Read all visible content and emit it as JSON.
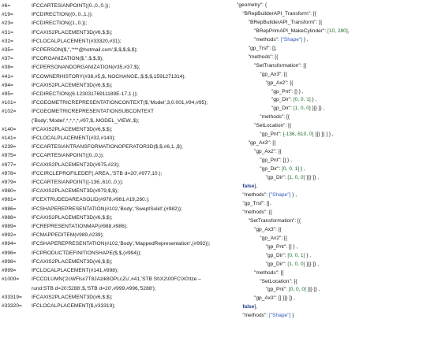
{
  "step_lines": [
    {
      "id": "#6=",
      "text": "IFCCARTESIANPOINT((0.,0.,0.));"
    },
    {
      "id": "#19=",
      "text": "IFCDIRECTION((0.,0.,1.));"
    },
    {
      "id": "#23=",
      "text": "IFCDIRECTION((1.,0.));"
    },
    {
      "id": "#31=",
      "text": "IFCAXIS2PLACEMENT3D(#6,$,$);"
    },
    {
      "id": "#32=",
      "text": "IFCLOCALPLACEMENT(#33320,#31);"
    },
    {
      "id": "#35=",
      "text": "IFCPERSON($,'','***@hotmail.com',$,$,$,$,$);"
    },
    {
      "id": "#37=",
      "text": "IFCORGANIZATION($,'',$,$,$);"
    },
    {
      "id": "#38=",
      "text": "IFCPERSONANDORGANIZATION(#35,#37,$);"
    },
    {
      "id": "#41=",
      "text": "IFCOWNERHISTORY(#38,#5,$,.NOCHANGE.,$,$,$,1591271314);"
    },
    {
      "id": "#94=",
      "text": "IFCAXIS2PLACEMENT3D(#6,$,$);"
    },
    {
      "id": "#95=",
      "text": "IFCDIRECTION((6.12303176911189E-17,1.));"
    },
    {
      "id": "#101=",
      "text": "IFCGEOMETRICREPRESENTATIONCONTEXT($,'Model',3,0.001,#94,#95);"
    },
    {
      "id": "#102=",
      "text": "IFCGEOMETRICREPRESENTATIONSUBCONTEXT"
    },
    {
      "id": "",
      "text": "('Body','Model',*,*,*,*,#97,$,.MODEL_VIEW.,$);"
    },
    {
      "id": "#140=",
      "text": "IFCAXIS2PLACEMENT3D(#6,$,$);"
    },
    {
      "id": "#141=",
      "text": "IFCLOCALPLACEMENT(#32,#140);"
    },
    {
      "id": "#239=",
      "text": "IFCCARTESIANTRANSFORMATIONOPERATOR3D($,$,#6,1.,$);"
    },
    {
      "id": "#975=",
      "text": "IFCCARTESIANPOINT((0.,0.));"
    },
    {
      "id": "#977=",
      "text": "IFCAXIS2PLACEMENT2D(#975,#23);"
    },
    {
      "id": "#978=",
      "text": "IFCCIRCLEPROFILEDEF(.AREA.,'STB d=20',#977,10.);"
    },
    {
      "id": "#979=",
      "text": "IFCCARTESIANPOINT((-136.,610.,0.));"
    },
    {
      "id": "#980=",
      "text": "IFCAXIS2PLACEMENT3D(#979,$,$);"
    },
    {
      "id": "#981=",
      "text": "IFCEXTRUDEDAREASOLID(#978,#981,#19,280.);"
    },
    {
      "id": "#986=",
      "text": "IFCSHAPEREPRESENTATION(#102,'Body','SweptSolid',(#982));"
    },
    {
      "id": "#988=",
      "text": "IFCAXIS2PLACEMENT3D(#6,$,$);"
    },
    {
      "id": "#989=",
      "text": "IFCREPRESENTATIONMAP(#988,#986);"
    },
    {
      "id": "#992=",
      "text": "IFCMAPPEDITEM(#989,#239);"
    },
    {
      "id": "#994=",
      "text": "IFCSHAPEREPRESENTATION(#102,'Body','MappedRepresentation',(#992));"
    },
    {
      "id": "#996=",
      "text": "IFCPRODUCTDEFINITIONSHAPE($,$,(#994));"
    },
    {
      "id": "#998=",
      "text": "IFCAXIS2PLACEMENT3D(#6,$,$);"
    },
    {
      "id": "#999=",
      "text": "IFCLOCALPLACEMENT(#141,#998);"
    },
    {
      "id": "#1000=",
      "text": "IFCCOLUMN('2cWFlsx7T8JAzik8OPLcZu',#41,'STB St\\X2\\00FC\\X0\\tze –"
    },
    {
      "id": "",
      "text": "rund:STB d=20:5288',$,'STB d=20',#999,#996,'5288');"
    },
    {
      "id": "#33319=",
      "text": "IFCAXIS2PLACEMENT3D(#6,$,$);"
    },
    {
      "id": "#33320=",
      "text": "IFCLOCALPLACEMENT($,#33319);"
    }
  ],
  "json_lines": [
    [
      {
        "t": "k",
        "v": "\"geometry\": {"
      }
    ],
    [
      {
        "t": "k",
        "v": "    \"BRepBuilderAPI_Transform\": [{"
      }
    ],
    [
      {
        "t": "k",
        "v": "        \"BRepBuilderAPI_Transform\": [{"
      }
    ],
    [
      {
        "t": "k",
        "v": "            \"BRepPrimAPI_MakeCylinder\": "
      },
      {
        "t": "n",
        "v": "[10, 280]"
      },
      {
        "t": "k",
        "v": ","
      }
    ],
    [
      {
        "t": "k",
        "v": "            \"methods\": "
      },
      {
        "t": "s",
        "v": "[\"Shape\"]"
      },
      {
        "t": "k",
        "v": " } ,"
      }
    ],
    [
      {
        "t": "k",
        "v": "        \"gp_Trsf\": [],"
      }
    ],
    [
      {
        "t": "k",
        "v": "        \"methods\": [{"
      }
    ],
    [
      {
        "t": "k",
        "v": "            \"SetTransformation\": [{"
      }
    ],
    [
      {
        "t": "k",
        "v": "                \"gp_Ax3\": [{"
      }
    ],
    [
      {
        "t": "k",
        "v": "                    \"gp_Ax2\": [{"
      }
    ],
    [
      {
        "t": "k",
        "v": "                        \"gp_Pnt\": [] } ,"
      }
    ],
    [
      {
        "t": "k",
        "v": "                        \"gp_Dir\": "
      },
      {
        "t": "n",
        "v": "[0, 0, 1]"
      },
      {
        "t": "k",
        "v": " } ,"
      }
    ],
    [
      {
        "t": "k",
        "v": "                        \"gp_Dir\": "
      },
      {
        "t": "n",
        "v": "[1, 0, 0]"
      },
      {
        "t": "k",
        "v": " }]} ]} ,"
      }
    ],
    [
      {
        "t": "k",
        "v": "                \"methods\": [{"
      }
    ],
    [
      {
        "t": "k",
        "v": "            \"SetLocation\": [{"
      }
    ],
    [
      {
        "t": "k",
        "v": "                \"gp_Pnt\": "
      },
      {
        "t": "n",
        "v": "[-136, 610, 0]"
      },
      {
        "t": "k",
        "v": " }]} ]} ] } ,"
      }
    ],
    [
      {
        "t": "k",
        "v": "        \"gp_Ax3\": [{"
      }
    ],
    [
      {
        "t": "k",
        "v": "            \"gp_Ax2\": [{"
      }
    ],
    [
      {
        "t": "k",
        "v": "                \"gp_Pnt\": [] } ,"
      }
    ],
    [
      {
        "t": "k",
        "v": "                \"gp_Dir\": "
      },
      {
        "t": "n",
        "v": "[0, 0, 1]"
      },
      {
        "t": "k",
        "v": " } ,"
      }
    ],
    [
      {
        "t": "k",
        "v": "                    \"gp_Dir\": "
      },
      {
        "t": "n",
        "v": "[1, 0, 0]"
      },
      {
        "t": "k",
        "v": " }]} ]} ,"
      }
    ],
    [
      {
        "t": "b",
        "v": "    false"
      },
      {
        "t": "k",
        "v": "],"
      }
    ],
    [
      {
        "t": "k",
        "v": "    \"methods\": "
      },
      {
        "t": "s",
        "v": "[\"Shape\"]"
      },
      {
        "t": "k",
        "v": " } ,"
      }
    ],
    [
      {
        "t": "k",
        "v": "    \"gp_Trsf\": [],"
      }
    ],
    [
      {
        "t": "k",
        "v": "    \"methods\": [{"
      }
    ],
    [
      {
        "t": "k",
        "v": "        \"SetTransformation\": [{"
      }
    ],
    [
      {
        "t": "k",
        "v": "            \"gp_Ax3\": [{"
      }
    ],
    [
      {
        "t": "k",
        "v": "                \"gp_Ax2\": [{"
      }
    ],
    [
      {
        "t": "k",
        "v": "                    \"gp_Pnt\": [] } ,"
      }
    ],
    [
      {
        "t": "k",
        "v": "                    \"gp_Dir\": "
      },
      {
        "t": "n",
        "v": "[0, 0, 1]"
      },
      {
        "t": "k",
        "v": " } ,"
      }
    ],
    [
      {
        "t": "k",
        "v": "                    \"gp_Dir\": "
      },
      {
        "t": "n",
        "v": "[1, 0, 0]"
      },
      {
        "t": "k",
        "v": " }]} ]} ,"
      }
    ],
    [
      {
        "t": "k",
        "v": "            \"methods\": [{"
      }
    ],
    [
      {
        "t": "k",
        "v": "                \"SetLocation\": [{"
      }
    ],
    [
      {
        "t": "k",
        "v": "                    \"gp_Pnt\": "
      },
      {
        "t": "n",
        "v": "[0, 0, 0]"
      },
      {
        "t": "k",
        "v": " }]} ]} ,"
      }
    ],
    [
      {
        "t": "k",
        "v": "            \"gp_Ax3\": [] }]} ]} ,"
      }
    ],
    [
      {
        "t": "b",
        "v": "    false"
      },
      {
        "t": "k",
        "v": "],"
      }
    ],
    [
      {
        "t": "k",
        "v": "    \"methods\": "
      },
      {
        "t": "s",
        "v": "[\"Shape\"]"
      },
      {
        "t": "k",
        "v": " }"
      }
    ]
  ],
  "colors": {
    "text": "#1a1a1a",
    "string": "#2a5ab8",
    "number": "#1e6e2a",
    "keyword": "#1f3a93"
  }
}
